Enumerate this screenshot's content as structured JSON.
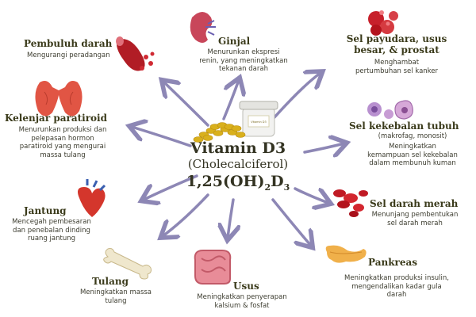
{
  "center": {
    "name": "Vitamin D3",
    "chemical": "(Cholecalciferol)",
    "formula": "1,25(OH)",
    "formula_sub": "2",
    "formula_end": "D",
    "formula_sub2": "3",
    "bottle_label": "Vitamin D3"
  },
  "nodes": [
    {
      "id": "pembuluh",
      "title": "Pembuluh darah",
      "desc": [
        "Mengurangi peradangan"
      ],
      "icon": "blood-vessel-icon"
    },
    {
      "id": "ginjal",
      "title": "Ginjal",
      "desc": [
        "Menurunkan ekspresi",
        "renin, yang meningkatkan",
        "tekanan darah"
      ],
      "icon": "kidney-icon"
    },
    {
      "id": "sel-payudara",
      "title": [
        "Sel payudara, usus",
        "besar, & prostat"
      ],
      "desc": [
        "Menghambat",
        "pertumbuhan sel kanker"
      ],
      "icon": "cancer-cell-icon"
    },
    {
      "id": "kelenjar",
      "title": "Kelenjar paratiroid",
      "desc": [
        "Menurunkan produksi dan",
        "pelepasan hormon",
        "paratiroid yang mengurai",
        "massa tulang"
      ],
      "icon": "thyroid-icon"
    },
    {
      "id": "sel-kekebalan",
      "title": "Sel kekebalan tubuh",
      "subtitle": "(makrofag, monosit)",
      "desc": [
        "Meningkatkan",
        "kemampuan sel kekebalan",
        "dalam membunuh kuman"
      ],
      "icon": "immune-cell-icon"
    },
    {
      "id": "jantung",
      "title": "Jantung",
      "desc": [
        "Mencegah pembesaran",
        "dan penebalan dinding",
        "ruang jantung"
      ],
      "icon": "heart-icon"
    },
    {
      "id": "sel-darah",
      "title": "Sel darah merah",
      "desc": [
        "Menunjang pembentukan",
        "sel darah merah"
      ],
      "icon": "red-blood-cell-icon"
    },
    {
      "id": "tulang",
      "title": "Tulang",
      "desc": [
        "Meningkatkan massa",
        "tulang"
      ],
      "icon": "bone-icon"
    },
    {
      "id": "usus",
      "title": "Usus",
      "desc": [
        "Meningkatkan penyerapan",
        "kalsium & fosfat"
      ],
      "icon": "intestine-icon"
    },
    {
      "id": "pankreas",
      "title": "Pankreas",
      "desc": [
        "Meningkatkan produksi insulin,",
        "mengendalikan kadar gula",
        "darah"
      ],
      "icon": "pancreas-icon"
    }
  ],
  "colors": {
    "arrow": "#8d87b5",
    "title": "#3a3a1a",
    "red": "#c8202a",
    "capsule": "#d9b01c"
  }
}
